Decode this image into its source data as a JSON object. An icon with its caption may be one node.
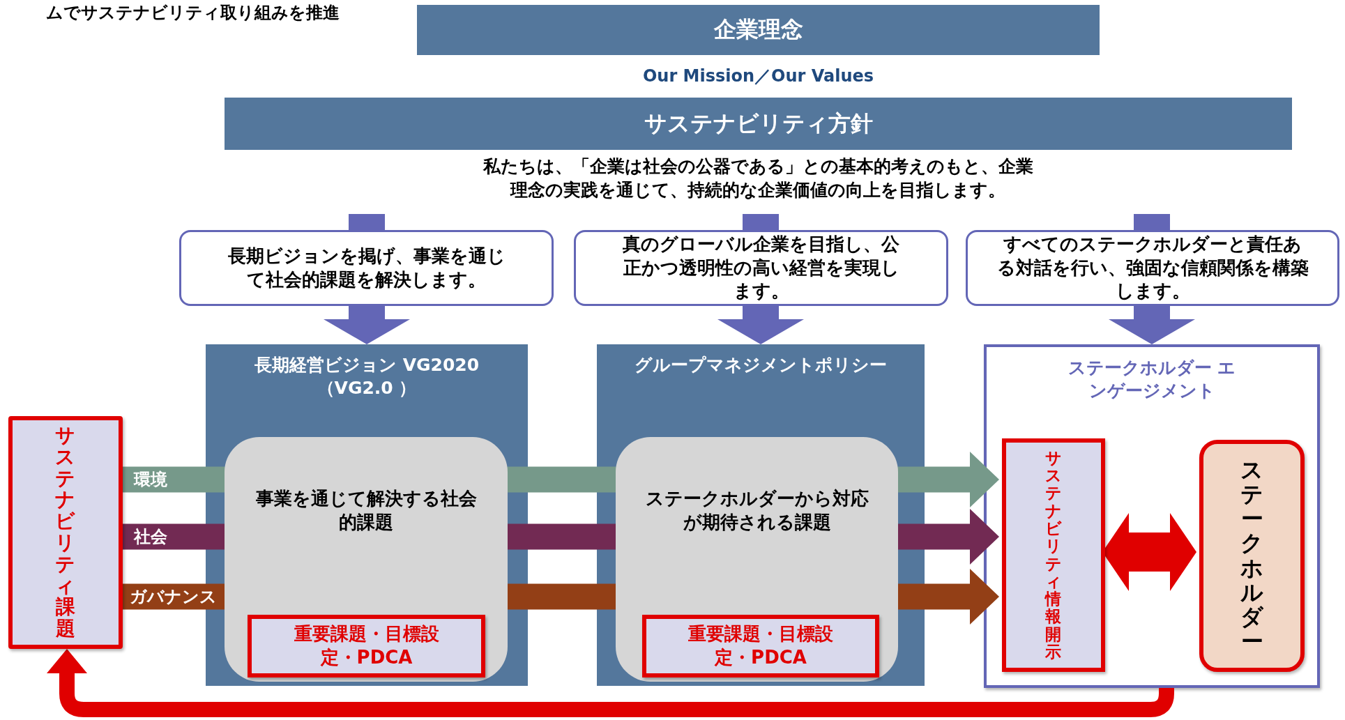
{
  "diagram": {
    "nodes": [
      {
        "text": [
          "企業理念"
        ],
        "beside": [
          "Our Mission／Our Values"
        ]
      },
      {
        "text": [
          "サステナビリティ方針"
        ],
        "beside": [
          "私たちは、「企業は社会の公器である」との基本的考えのもと、企業理念の実践を通じて、持続的な企業価値の向上を目指します。"
        ]
      },
      {
        "text": [
          "長期ビジョンを掲げ、事業を通じて社会的課題を解決します。"
        ]
      },
      {
        "text": [
          "真のグローバル企業を目指し、公正かつ透明性の高い経営を実現します。"
        ]
      },
      {
        "text": [
          "すべてのステークホルダーと責任ある対話を行い、強固な信頼関係を構築します。"
        ]
      },
      {
        "text": [
          "サステナビリティ課題"
        ]
      },
      {
        "text": [
          "長期経営ビジョン VG2020（VG2.0 ）"
        ]
      },
      {
        "text": [
          "事業を通じて解決する社会的課題"
        ],
        "in": 6
      },
      {
        "text": [
          "重要課題・目標設定・PDCA"
        ],
        "in": 7
      },
      {
        "text": [
          "グループマネジメントポリシー"
        ]
      },
      {
        "text": [
          "ステークホルダーから対応が期待される課題"
        ],
        "in": 9
      },
      {
        "text": [
          "重要課題・目標設定・PDCA"
        ],
        "in": 10
      },
      {
        "text": [
          "ステークホルダー エンゲージメント"
        ]
      },
      {
        "text": [
          "サステナビリティ情報開示"
        ],
        "in": 12
      },
      {
        "text": [
          "ステークホルダー"
        ],
        "in": 12
      }
    ],
    "edges": [
      {
        "from": null,
        "to": 2,
        "arrow": "none"
      },
      {
        "from": 2,
        "to": 6,
        "arrow": "to"
      },
      {
        "from": null,
        "to": 3,
        "arrow": "none"
      },
      {
        "from": 3,
        "to": 9,
        "arrow": "to"
      },
      {
        "from": null,
        "to": 4,
        "arrow": "none"
      },
      {
        "from": 4,
        "to": 12,
        "arrow": "to"
      },
      {
        "from": 5,
        "to": 13,
        "arrow": "to",
        "label": "環境",
        "color": "#76998a"
      },
      {
        "from": 5,
        "to": 13,
        "arrow": "to",
        "label": "社会",
        "color": "#722a53"
      },
      {
        "from": 5,
        "to": 13,
        "arrow": "to",
        "label": "ガバナンス",
        "color": "#933f16"
      },
      {
        "from": 13,
        "to": 14,
        "arrow": "both",
        "color": "#e00000"
      },
      {
        "from": 12,
        "to": 5,
        "arrow": "to",
        "color": "#e00000"
      }
    ],
    "labels": [
      "ムでサステナビリティ取り組みを推進"
    ]
  }
}
